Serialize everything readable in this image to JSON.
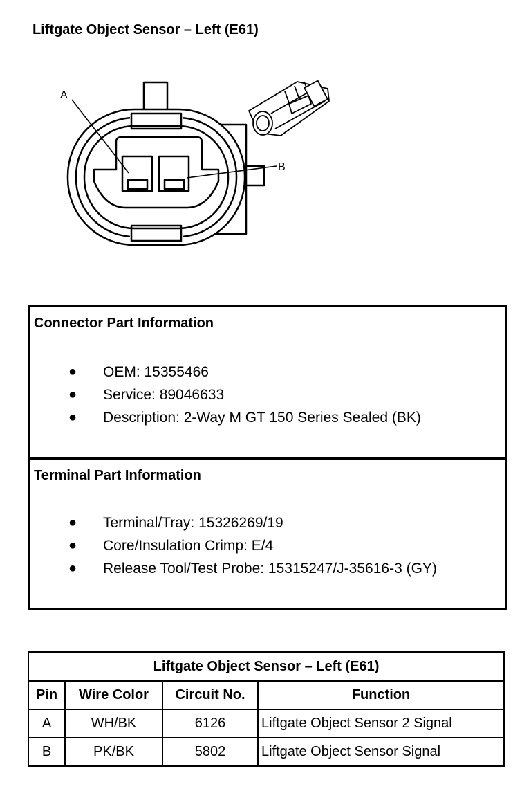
{
  "title": "Liftgate Object Sensor – Left (E61)",
  "diagram": {
    "label_a": "A",
    "label_b": "B"
  },
  "connector_info": {
    "heading": "Connector Part Information",
    "items": [
      "OEM: 15355466",
      "Service: 89046633",
      "Description: 2-Way M GT 150 Series Sealed (BK)"
    ]
  },
  "terminal_info": {
    "heading": "Terminal Part Information",
    "items": [
      "Terminal/Tray: 15326269/19",
      "Core/Insulation Crimp: E/4",
      "Release Tool/Test Probe: 15315247/J-35616-3 (GY)"
    ]
  },
  "pin_table": {
    "title": "Liftgate Object Sensor – Left (E61)",
    "headers": [
      "Pin",
      "Wire Color",
      "Circuit No.",
      "Function"
    ],
    "rows": [
      [
        "A",
        "WH/BK",
        "6126",
        "Liftgate Object Sensor 2 Signal"
      ],
      [
        "B",
        "PK/BK",
        "5802",
        "Liftgate Object Sensor Signal"
      ]
    ]
  }
}
